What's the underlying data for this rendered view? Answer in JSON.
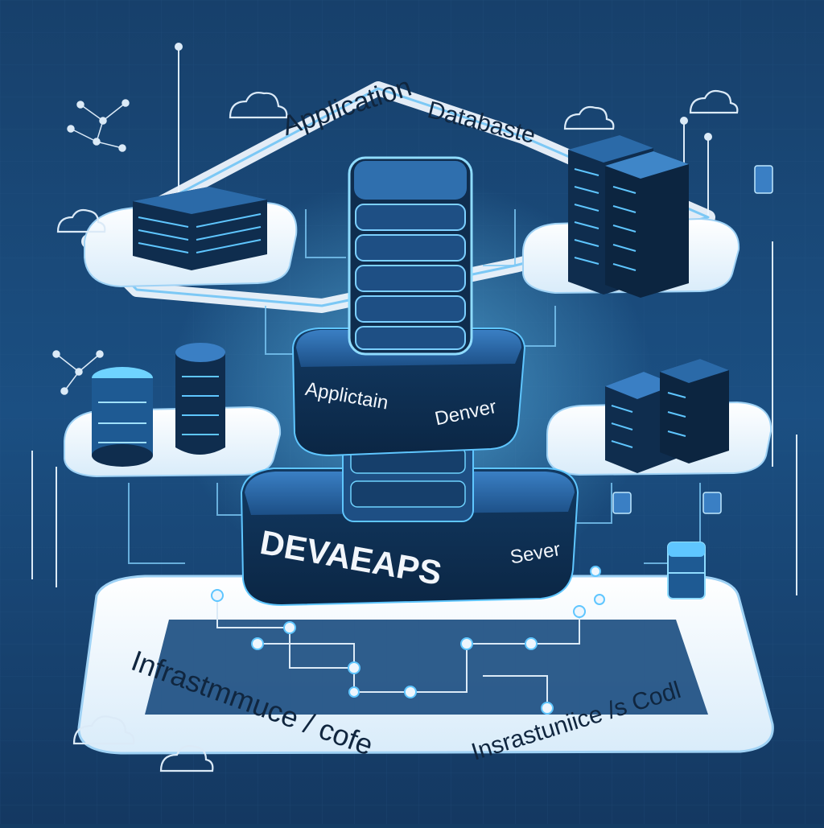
{
  "labels": {
    "application_top": "Application",
    "database_top": "Databaste",
    "application_server": "Applictain",
    "denver": "Denver",
    "devops": "DEVAEAPS",
    "sever": "Sever",
    "infra_left": "Infrastmmuce / cofe",
    "infra_right": "Insrastuniice /s Codl"
  },
  "colors": {
    "background": "#143c64",
    "platform": "#eef6fd",
    "platform_edge": "#9fd2f5",
    "server_dark": "#0f2d4e",
    "server_mid": "#1e4f84",
    "accent_glow": "#5fc6ff"
  },
  "icons": {
    "cloud": "cloud-icon",
    "server_rack": "server-rack-icon",
    "database_stack": "database-stack-icon",
    "network_node": "network-node-icon"
  }
}
